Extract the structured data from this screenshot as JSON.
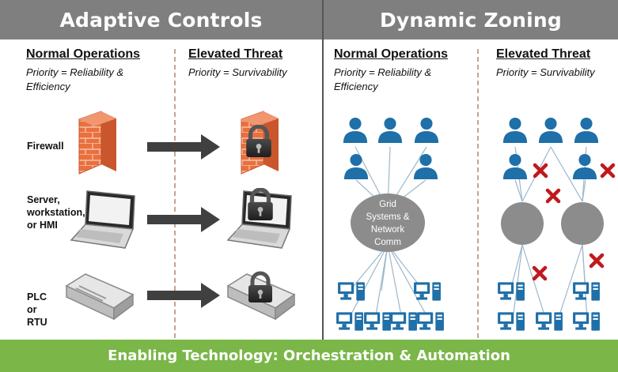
{
  "headers": {
    "left": "Adaptive Controls",
    "right": "Dynamic Zoning"
  },
  "columns": {
    "ac_normal": {
      "title": "Normal Operations",
      "subtitle": "Priority = Reliability & Efficiency"
    },
    "ac_elevated": {
      "title": "Elevated Threat",
      "subtitle": "Priority = Survivability"
    },
    "dz_normal": {
      "title": "Normal Operations",
      "subtitle": "Priority = Reliability & Efficiency"
    },
    "dz_elevated": {
      "title": "Elevated Threat",
      "subtitle": "Priority = Survivability"
    }
  },
  "rows": [
    {
      "label": "Firewall"
    },
    {
      "label": "Server, workstation, or HMI"
    },
    {
      "label": "PLC or RTU"
    }
  ],
  "center_node": "Grid\nSystems &\nNetwork\nComm",
  "footer": "Enabling Technology: Orchestration & Automation",
  "colors": {
    "header_bg": "#7f7f7f",
    "footer_bg": "#7ab648",
    "user_icon": "#1f6fa8",
    "node": "#8c8c8c",
    "cross": "#c0191b",
    "firewall": "#e86b3c"
  },
  "icons": [
    "firewall-icon",
    "laptop-icon",
    "switch-icon",
    "lock-icon",
    "user-icon",
    "computer-icon",
    "arrow-icon",
    "cross-icon"
  ]
}
